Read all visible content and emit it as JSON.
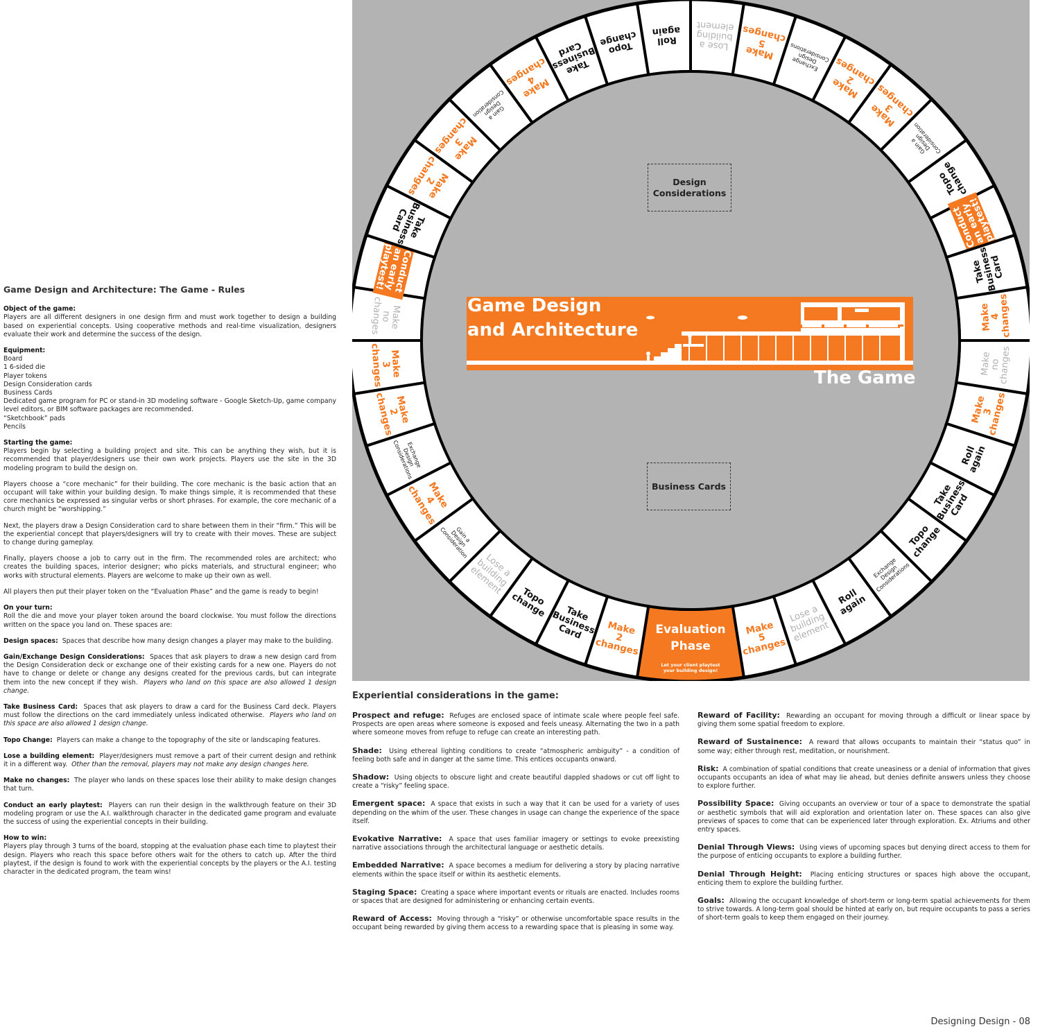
{
  "rules": {
    "title": "Game Design and Architecture:  The Game - Rules",
    "object_head": "Object of the game:",
    "object_text": "Players are all different designers in one design firm and must work together to design a building based on experiential concepts.  Using cooperative methods and real-time visualization, designers evaluate their work and determine the success of the design.",
    "equipment_head": "Equipment:",
    "equipment_items": [
      "Board",
      "1 6-sided die",
      "Player tokens",
      "Design Consideration cards",
      "Business Cards",
      "Dedicated game program for PC or stand-in 3D modeling software - Google Sketch-Up, game company level editors, or BIM software packages are recommended.",
      "“Sketchbook” pads",
      "Pencils"
    ],
    "starting_head": "Starting the game:",
    "starting_p1": "Players begin by selecting a building project and site.  This can be anything they wish, but it is recommended that player/designers use their own work projects.  Players use the site in the 3D modeling program to build the design on.",
    "starting_p2": "Players choose a “core mechanic” for their building.  The core mechanic is the basic action that an occupant will take within your building design.  To make things simple, it is recommended that these core mechanics be expressed as singular verbs or short phrases.  For example, the core mechanic of a church might be “worshipping.”",
    "starting_p3": "Next, the players draw a Design Consideration card to share between them in their “firm.” This will be the experiential concept that players/designers will try to create with their moves. These are subject to change during gameplay.",
    "starting_p4": "Finally, players choose a job to carry out in the firm.  The recommended roles are architect; who creates the building spaces, interior designer; who picks materials, and structural engineer; who works with structural elements.  Players are welcome to make up their own as well.",
    "starting_p5": "All players then put their player token on the “Evaluation Phase” and the game is ready to begin!",
    "turn_head": "On your turn:",
    "turn_text": "Roll the die and move your player token around the board clockwise.  You must follow the directions written on the space you land on.  These spaces are:",
    "design_head": "Design spaces:",
    "design_text": "Spaces that describe how many design changes a player may make to the building.",
    "gain_head": "Gain/Exchange Design Considerations:",
    "gain_text": "Spaces that ask players to draw a new design card from the Design Consideration deck or exchange one of their existing cards for a new one. Players do not have to change or delete or change any designs created for the previous cards, but can integrate them into the new concept if they wish.",
    "gain_italic": "Players who land on this space are also allowed 1 design change.",
    "business_head": "Take Business Card:",
    "business_text": "Spaces that ask players to draw a card for the Business Card deck.  Players must follow the directions on the card immediately unless indicated otherwise.",
    "business_italic": "Players who land on this space are also allowed 1 design change.",
    "topo_head": "Topo Change:",
    "topo_text": "Players can make a change to the topography of the site or landscaping features.",
    "lose_head": "Lose a building element:",
    "lose_text": "Player/designers must remove a part of their current design and rethink it in a different way.",
    "lose_italic": "Other than the removal, players may not make any design changes here.",
    "nochange_head": "Make no changes:",
    "nochange_text": "The player who lands on these spaces lose their ability to make design changes that turn.",
    "playtest_head": "Conduct an early playtest:",
    "playtest_text": "Players can run their design in the walkthrough feature on their 3D modeling program or use the A.I. walkthrough character in the dedicated game program and evaluate the success of using the experiential concepts in their building.",
    "win_head": "How to win:",
    "win_text": "Players play through 3 turns of the board, stopping at the evaluation phase each time to playtest their design.  Players who reach this space before others wait for the others to catch up.  After the third playtest, if the design is found to work with the experiential concepts by the players or the A.I. testing character in the dedicated program, the team wins!"
  },
  "board": {
    "design_deck": "Design Considerations",
    "business_deck": "Business Cards",
    "banner_title_1": "Game Design",
    "banner_title_2": "and Architecture",
    "banner_subtitle": "The Game",
    "evaluation_title": "Evaluation Phase",
    "evaluation_sub": "Let your client playtest your building design!",
    "spaces": [
      {
        "label": "Make\n2\nchanges",
        "style": "orange"
      },
      {
        "label": "Take\nBusiness\nCard",
        "style": "black"
      },
      {
        "label": "Topo\nchange",
        "style": "black"
      },
      {
        "label": "Lose a\nbuilding\nelement",
        "style": "grey"
      },
      {
        "label": "Gain a\nDesign\nConsideration",
        "style": "small"
      },
      {
        "label": "Make\n4\nchanges",
        "style": "orange"
      },
      {
        "label": "Exchange\nDesign\nConsiderations",
        "style": "small"
      },
      {
        "label": "Make\n2\nchanges",
        "style": "orange"
      },
      {
        "label": "Make\n3\nchanges",
        "style": "orange"
      },
      {
        "label": "Make\nno\nchanges",
        "style": "grey"
      },
      {
        "label": "Conduct\nan early\nplaytest!",
        "style": "outline"
      },
      {
        "label": "Take\nBusiness\nCard",
        "style": "black"
      },
      {
        "label": "Make\n2\nchanges",
        "style": "orange"
      },
      {
        "label": "Make\n3\nchanges",
        "style": "orange"
      },
      {
        "label": "Gain a\nDesign\nConsideration",
        "style": "small"
      },
      {
        "label": "Make\n4\nchanges",
        "style": "orange"
      },
      {
        "label": "Take\nBusiness\nCard",
        "style": "black"
      },
      {
        "label": "Topo\nchange",
        "style": "black"
      },
      {
        "label": "Roll\nagain",
        "style": "black"
      },
      {
        "label": "Lose a\nbuilding\nelement",
        "style": "grey"
      },
      {
        "label": "Make\n5\nchanges",
        "style": "orange"
      },
      {
        "label": "Exchange\nDesign\nConsiderations",
        "style": "small"
      },
      {
        "label": "Make\n2\nchanges",
        "style": "orange"
      },
      {
        "label": "Make\n3\nchanges",
        "style": "orange"
      },
      {
        "label": "Gain a\nDesign\nConsideration",
        "style": "small"
      },
      {
        "label": "Topo\nchange",
        "style": "black"
      },
      {
        "label": "Conduct\nan early\nplaytest!",
        "style": "outline"
      },
      {
        "label": "Take\nBusiness\nCard",
        "style": "black"
      },
      {
        "label": "Make\n4\nchanges",
        "style": "orange"
      },
      {
        "label": "Make\nno\nchanges",
        "style": "grey"
      },
      {
        "label": "Make\n3\nchanges",
        "style": "orange"
      },
      {
        "label": "Roll\nagain",
        "style": "black"
      },
      {
        "label": "Take\nBusiness\nCard",
        "style": "black"
      },
      {
        "label": "Topo\nchange",
        "style": "black"
      },
      {
        "label": "Exchange\nDesign\nConsiderations",
        "style": "small"
      },
      {
        "label": "Roll\nagain",
        "style": "black"
      },
      {
        "label": "Lose a\nbuilding\nelement",
        "style": "grey"
      },
      {
        "label": "Make\n5\nchanges",
        "style": "orange"
      }
    ]
  },
  "experiential": {
    "title": "Experiential considerations in the game:",
    "left": [
      {
        "head": "Prospect and refuge:",
        "text": "Refuges are enclosed space of intimate scale where people feel safe.  Prospects are open areas where someone is exposed and feels uneasy.  Alternating the two in a path where someone moves from refuge to refuge can create an interesting path."
      },
      {
        "head": "Shade:",
        "text": "Using ethereal lighting conditions to create “atmospheric ambiguity” - a condition of feeling both safe and in danger at the same time.  This entices occupants onward."
      },
      {
        "head": "Shadow:",
        "text": "Using objects to obscure light and create beautiful dappled shadows or cut off light to create a “risky” feeling space."
      },
      {
        "head": "Emergent space:",
        "text": "A space that exists in such a way that it can be used for a variety of uses depending on the whim of the user.  These changes in usage can change the experience of the space itself."
      },
      {
        "head": "Evokative Narrative:",
        "text": "A space that uses familiar imagery or settings to evoke preexisting narrative associations through the architectural language or aesthetic details."
      },
      {
        "head": "Embedded Narrative:",
        "text": "A space becomes a medium for delivering a story by placing narrative elements within the space itself or within its aesthetic elements."
      },
      {
        "head": "Staging Space:",
        "text": "Creating a space where important events or rituals are enacted.  Includes rooms or spaces that are designed for administering or enhancing certain events."
      },
      {
        "head": "Reward of Access:",
        "text": "Moving through a “risky” or otherwise uncomfortable space results in the occupant being rewarded by giving them access to a rewarding space that is pleasing in some way."
      }
    ],
    "right": [
      {
        "head": "Reward of Facility:",
        "text": "Rewarding an occupant for moving through a difficult or linear space by giving them some spatial freedom to explore."
      },
      {
        "head": "Reward of Sustainence:",
        "text": "A reward that allows occupants to maintain their “status quo” in some way; either through rest, meditation, or nourishment."
      },
      {
        "head": "Risk:",
        "text": "A combination of spatial conditions that create uneasiness or a denial of information that gives occupants occupants an idea of what may lie ahead, but denies definite answers unless they choose to explore further."
      },
      {
        "head": "Possibility Space:",
        "text": "Giving occupants an overview or tour of a space to demonstrate the spatial or aesthetic symbols that will aid exploration and orientation later on.  These spaces can also give previews of spaces to come that can be experienced later through exploration.  Ex.  Atriums and other entry spaces."
      },
      {
        "head": "Denial Through Views:",
        "text": "Using views of upcoming spaces but denying direct access to them for the purpose of enticing occupants to explore a building further."
      },
      {
        "head": "Denial Through Height:",
        "text": "Placing enticing structures or spaces high above the occupant, enticing them to explore the building further."
      },
      {
        "head": "Goals:",
        "text": "Allowing the occupant knowledge of short-term or long-term spatial achievements for them to strive towards.  A long-term goal should be hinted at early on, but require occupants to pass a series of short-term goals to keep them engaged on their journey."
      }
    ]
  },
  "footer": "Designing Design - 08",
  "colors": {
    "orange": "#f47920",
    "board_grey": "#b3b3b3",
    "lose_grey": "#b0b0b0"
  }
}
